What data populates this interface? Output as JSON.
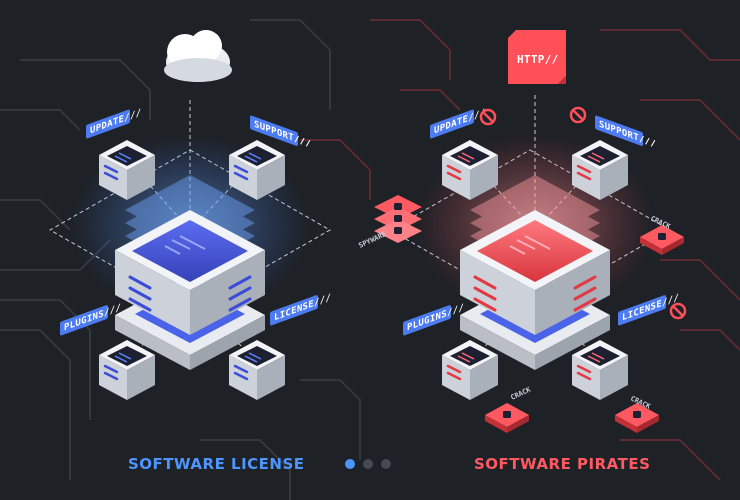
{
  "left": {
    "caption": "SOFTWARE LICENSE",
    "tags": {
      "update": "UPDATE///",
      "support": "SUPPORT///",
      "plugins": "PLUGINS///",
      "license": "LICENSE///"
    }
  },
  "right": {
    "caption": "SOFTWARE PIRATES",
    "http": "HTTP//",
    "tags": {
      "update": "UPDATE///",
      "support": "SUPPORT///",
      "plugins": "PLUGINS///",
      "license": "LICENSE///"
    },
    "spyware": "SPYWARE",
    "crack": "CRACK"
  },
  "carousel": {
    "count": 3,
    "active_index": 0
  },
  "colors": {
    "license_accent": "#4d96ff",
    "pirate_accent": "#ff5a62",
    "background": "#1e2126"
  }
}
